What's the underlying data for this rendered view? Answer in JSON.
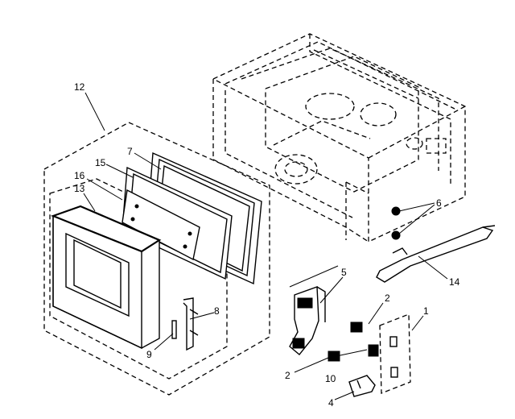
{
  "callouts": [
    {
      "id": "1",
      "label": "1"
    },
    {
      "id": "2a",
      "label": "2"
    },
    {
      "id": "2b",
      "label": "2"
    },
    {
      "id": "4",
      "label": "4"
    },
    {
      "id": "5",
      "label": "5"
    },
    {
      "id": "6",
      "label": "6"
    },
    {
      "id": "7",
      "label": "7"
    },
    {
      "id": "8",
      "label": "8"
    },
    {
      "id": "9",
      "label": "9"
    },
    {
      "id": "10",
      "label": "10"
    },
    {
      "id": "12",
      "label": "12"
    },
    {
      "id": "13",
      "label": "13"
    },
    {
      "id": "14",
      "label": "14"
    },
    {
      "id": "15",
      "label": "15"
    },
    {
      "id": "16",
      "label": "16"
    }
  ]
}
